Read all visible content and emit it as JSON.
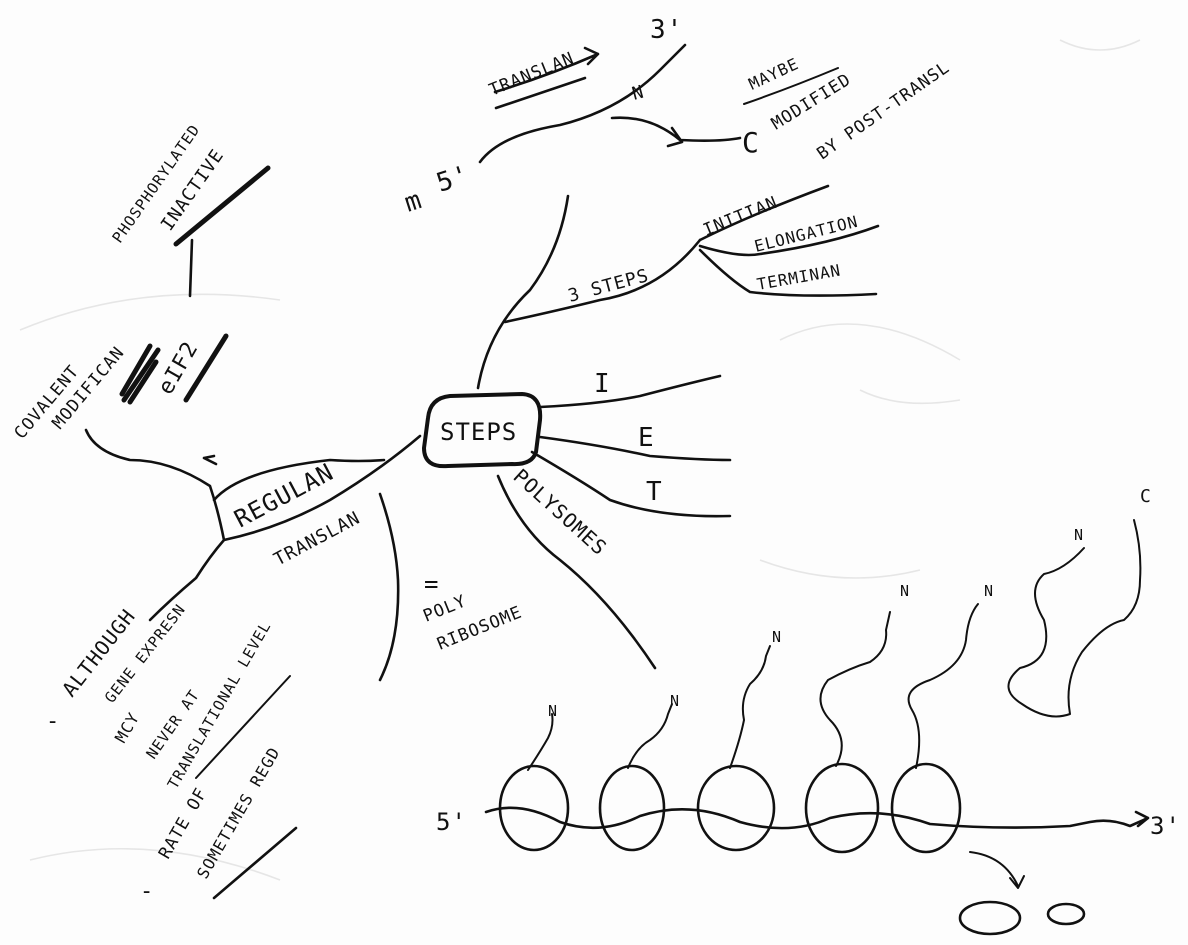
{
  "center": {
    "label": "STEPS"
  },
  "translation_direction": {
    "translation_label": "TRANSLAN",
    "m_label": "m",
    "five_prime": "5'",
    "three_prime": "3'",
    "n_terminus": "N",
    "c_terminus": "C",
    "note_line1": "MAYBE",
    "note_line2": "MODIFIED",
    "note_line3": "BY POST-TRANSL"
  },
  "three_steps": {
    "label": "3 STEPS",
    "items": [
      "INITIAN",
      "ELONGATION",
      "TERMINAN"
    ]
  },
  "iet": [
    "I",
    "E",
    "T"
  ],
  "polysomes": {
    "label": "POLYSOMES",
    "equals": "=",
    "poly_line1": "POLY",
    "poly_line2": "RIBOSOME",
    "strand_5": "5'",
    "strand_3": "3'",
    "chain_n": "N",
    "chain_c": "C"
  },
  "regulan": {
    "label_line1": "REGULAN",
    "label_line2": "TRANSLAN",
    "covalent_line1": "COVALENT",
    "covalent_line2": "MODIFICAN",
    "factor": "eIF2",
    "phospho_line1": "PHOSPHORYLATED",
    "phospho_line2": "INACTIVE",
    "note1_line1": "ALTHOUGH",
    "note1_line2": "GENE EXPRESN",
    "note1_line3": "MCY",
    "note1_line4": "NEVER AT",
    "note1_line5": "TRANSLATIONAL LEVEL",
    "note2_line1": "RATE OF",
    "note2_line2": "SOMETIMES REGD",
    "dash": "-"
  }
}
